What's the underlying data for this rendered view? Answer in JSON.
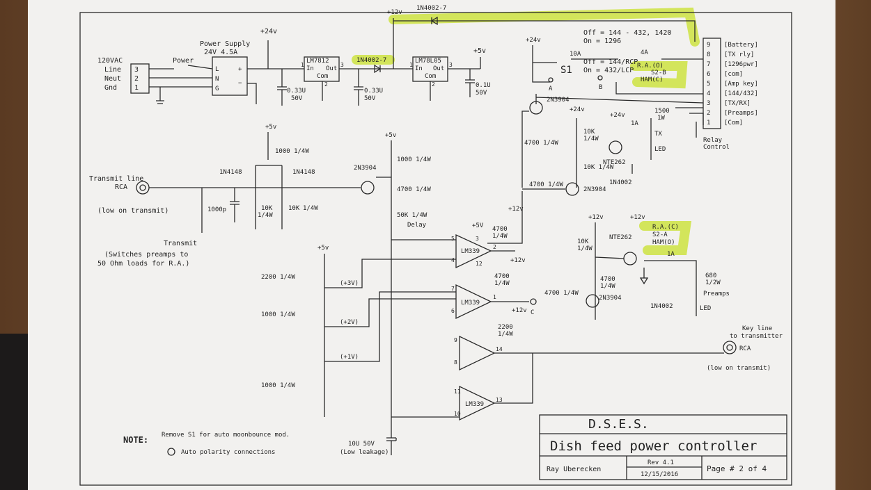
{
  "power_input": {
    "voltage": "120VAC",
    "pins": [
      {
        "num": "3",
        "name": "Line"
      },
      {
        "num": "2",
        "name": "Neut"
      },
      {
        "num": "1",
        "name": "Gnd"
      }
    ]
  },
  "power_switch": "Power",
  "power_supply": {
    "title": "Power Supply",
    "rating": "24V 4.5A",
    "pins": [
      "L",
      "N",
      "G"
    ],
    "plus": "+",
    "minus": "−"
  },
  "rails": {
    "v24": "+24v",
    "v12": "+12v",
    "v5": "+5v",
    "v5b": "+5V"
  },
  "regulators": [
    {
      "name": "LM7812",
      "in": "In",
      "out": "Out",
      "com": "Com",
      "pin1": "1",
      "pin2": "2",
      "pin3": "3"
    },
    {
      "name": "LM78L05",
      "in": "In",
      "out": "Out",
      "com": "Com",
      "pin1": "1",
      "pin2": "2",
      "pin3": "3"
    }
  ],
  "capacitors": {
    "c1": [
      "0.33U",
      "50V"
    ],
    "c2": [
      "0.33U",
      "50V"
    ],
    "c3": [
      "0.1U",
      "50V"
    ],
    "c1000p": "1000p",
    "c10u": [
      "10U 50V",
      "(Low leakage)"
    ]
  },
  "diodes": {
    "d_main": "1N4002-7",
    "d_top": "1N4002-7",
    "d_1n4148a": "1N4148",
    "d_1n4148b": "1N4148",
    "d_4002a": "1N4002",
    "d_4002b": "1N4002"
  },
  "switches": {
    "s1": "S1",
    "s1_off": "Off = 144/RCP",
    "s1_on": "On = 432/LCP",
    "a": "A",
    "b": "B",
    "top_off": "Off = 144 - 432, 1420",
    "top_on": "On = 1296",
    "fuse10a": "10A",
    "fuse4a": "4A",
    "fuse1a_top": "1A",
    "fuse1a_bot": "1A",
    "s2b_ra": "R.A.(O)",
    "s2b_name": "S2-B",
    "s2b_ham": "HAM(C)",
    "s2a_ra": "R.A.(C)",
    "s2a_name": "S2-A",
    "s2a_ham": "HAM(O)"
  },
  "relay_connector": {
    "pins": [
      {
        "num": "9",
        "name": "[Battery]"
      },
      {
        "num": "8",
        "name": "[TX rly]"
      },
      {
        "num": "7",
        "name": "[1296pwr]"
      },
      {
        "num": "6",
        "name": "[com]"
      },
      {
        "num": "5",
        "name": "[Amp key]"
      },
      {
        "num": "4",
        "name": "[144/432]"
      },
      {
        "num": "3",
        "name": "[TX/RX]"
      },
      {
        "num": "2",
        "name": "[Preamps]"
      },
      {
        "num": "1",
        "name": "[Com]"
      }
    ],
    "label1": "Relay",
    "label2": "Control"
  },
  "transistors": {
    "q1": "2N3904",
    "q2": "2N3904",
    "q3": "2N3904",
    "q4": "2N3904",
    "nte1": "NTE262",
    "nte2": "NTE262"
  },
  "resistors": {
    "r1000a": "1000 1/4W",
    "r1000b": "1000 1/4W",
    "r4700a": "4700 1/4W",
    "r50k": "50K 1/4W",
    "delay": "Delay",
    "r10ka": [
      "10K",
      "1/4W"
    ],
    "r10kb": "10K 1/4W",
    "r4700b": "4700 1/4W",
    "r4700c": "4700 1/4W",
    "r10kc": [
      "10K",
      "1/4W"
    ],
    "r10kd": [
      "10K",
      "1/4W"
    ],
    "r10ke": [
      "10K",
      "1/4W"
    ],
    "r1500": [
      "1500",
      "1W"
    ],
    "r4700d": [
      "4700",
      "1/4W"
    ],
    "r4700e": [
      "4700",
      "1/4W"
    ],
    "r4700f": "4700 1/4W",
    "r4700g": [
      "4700",
      "1/4W"
    ],
    "r2200a": "2200 1/4W",
    "r1000c": "1000 1/4W",
    "r1000d": "1000 1/4W",
    "r2200b": [
      "2200",
      "1/4W"
    ],
    "r680": [
      "680",
      "1/2W"
    ]
  },
  "ladder": {
    "v3": "(+3V)",
    "v2": "(+2V)",
    "v1": "(+1V)"
  },
  "comparators": {
    "name": "LM339",
    "u1": {
      "p5": "5",
      "p4": "4",
      "p3": "3",
      "p12": "12",
      "out": "2"
    },
    "u2": {
      "p7": "7",
      "p6": "6",
      "out": "1"
    },
    "u3": {
      "p9": "9",
      "p8": "8",
      "out": "14"
    },
    "u4": {
      "p11": "11",
      "p10": "10",
      "out": "13"
    }
  },
  "node_c": "C",
  "leds": {
    "tx": "TX",
    "tx_led": "LED",
    "pre": "Preamps",
    "pre_led": "LED"
  },
  "transmit_line": {
    "title": "Transmit line",
    "rca": "RCA",
    "note": "(low on transmit)"
  },
  "transmit_switch": {
    "title": "Transmit",
    "desc1": "(Switches preamps to",
    "desc2": "50 Ohm loads for R.A.)"
  },
  "key_line": {
    "title1": "Key line",
    "title2": "to transmitter",
    "rca": "RCA",
    "note": "(low on transmit)"
  },
  "notes": {
    "note_label": "NOTE:",
    "note_text": "Remove S1 for auto moonbounce mod.",
    "legend": "Auto polarity connections"
  },
  "title_block": {
    "org": "D.S.E.S.",
    "title": "Dish feed power controller",
    "author": "Ray Uberecken",
    "rev": "Rev 4.1",
    "date": "12/15/2016",
    "page": "Page # 2 of 4"
  }
}
